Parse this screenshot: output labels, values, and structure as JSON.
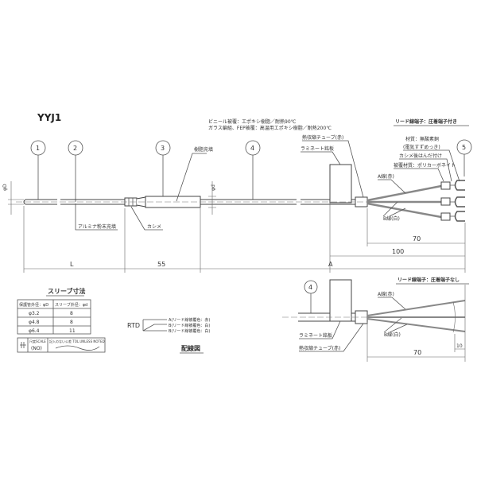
{
  "title": "YYJ1",
  "balloons": [
    "1",
    "2",
    "3",
    "4",
    "5"
  ],
  "notes": {
    "coating1": "ビニール被覆：エポキシ樹脂／耐熱90℃",
    "coating2": "ガラス編組、FEP被覆：高温用エポキシ樹脂／耐熱200℃",
    "section_crimp": "リード線端子：圧着端子付き",
    "section_nocrimp": "リード線端子：圧着端子なし",
    "heat_shrink": "熱収縮チューブ(赤)",
    "laminate": "ラミネート銘板",
    "material": "材質：無酸素銅",
    "plating": "(電気すずめっき)",
    "solder": "カシメ後はんだ付け",
    "cover": "被覆材質：ポリカーボネイト",
    "wire_a": "A線(赤)",
    "wire_b": "B線(白)",
    "resin_fill": "樹脂充填",
    "alumina_fill": "アルミナ粉末充填",
    "crimp": "カシメ",
    "phi_D": "φD",
    "phi_d": "φd"
  },
  "dimensions": {
    "L": "L",
    "d55": "55",
    "d70": "70",
    "d100": "100",
    "A": "A",
    "d70b": "70",
    "d10": "10"
  },
  "sleeve_table": {
    "title": "スリーブ寸法",
    "headers": [
      "保護管外径：φD",
      "スリーブ外径：φd"
    ],
    "rows": [
      [
        "φ3.2",
        "8"
      ],
      [
        "φ4.8",
        "8"
      ],
      [
        "φ6.4",
        "11"
      ]
    ]
  },
  "scale_box": {
    "scale_label": "尺度SCALE",
    "scale_value": "(NO)",
    "tol_label": "記入のない公差 TOL.UNLESS NOTED"
  },
  "wiring": {
    "title": "配線図",
    "rtd": "RTD",
    "lines": [
      "A(リード線被覆色：赤)",
      "B(リード線被覆色：白)",
      "B(リード線被覆色：白)"
    ]
  }
}
